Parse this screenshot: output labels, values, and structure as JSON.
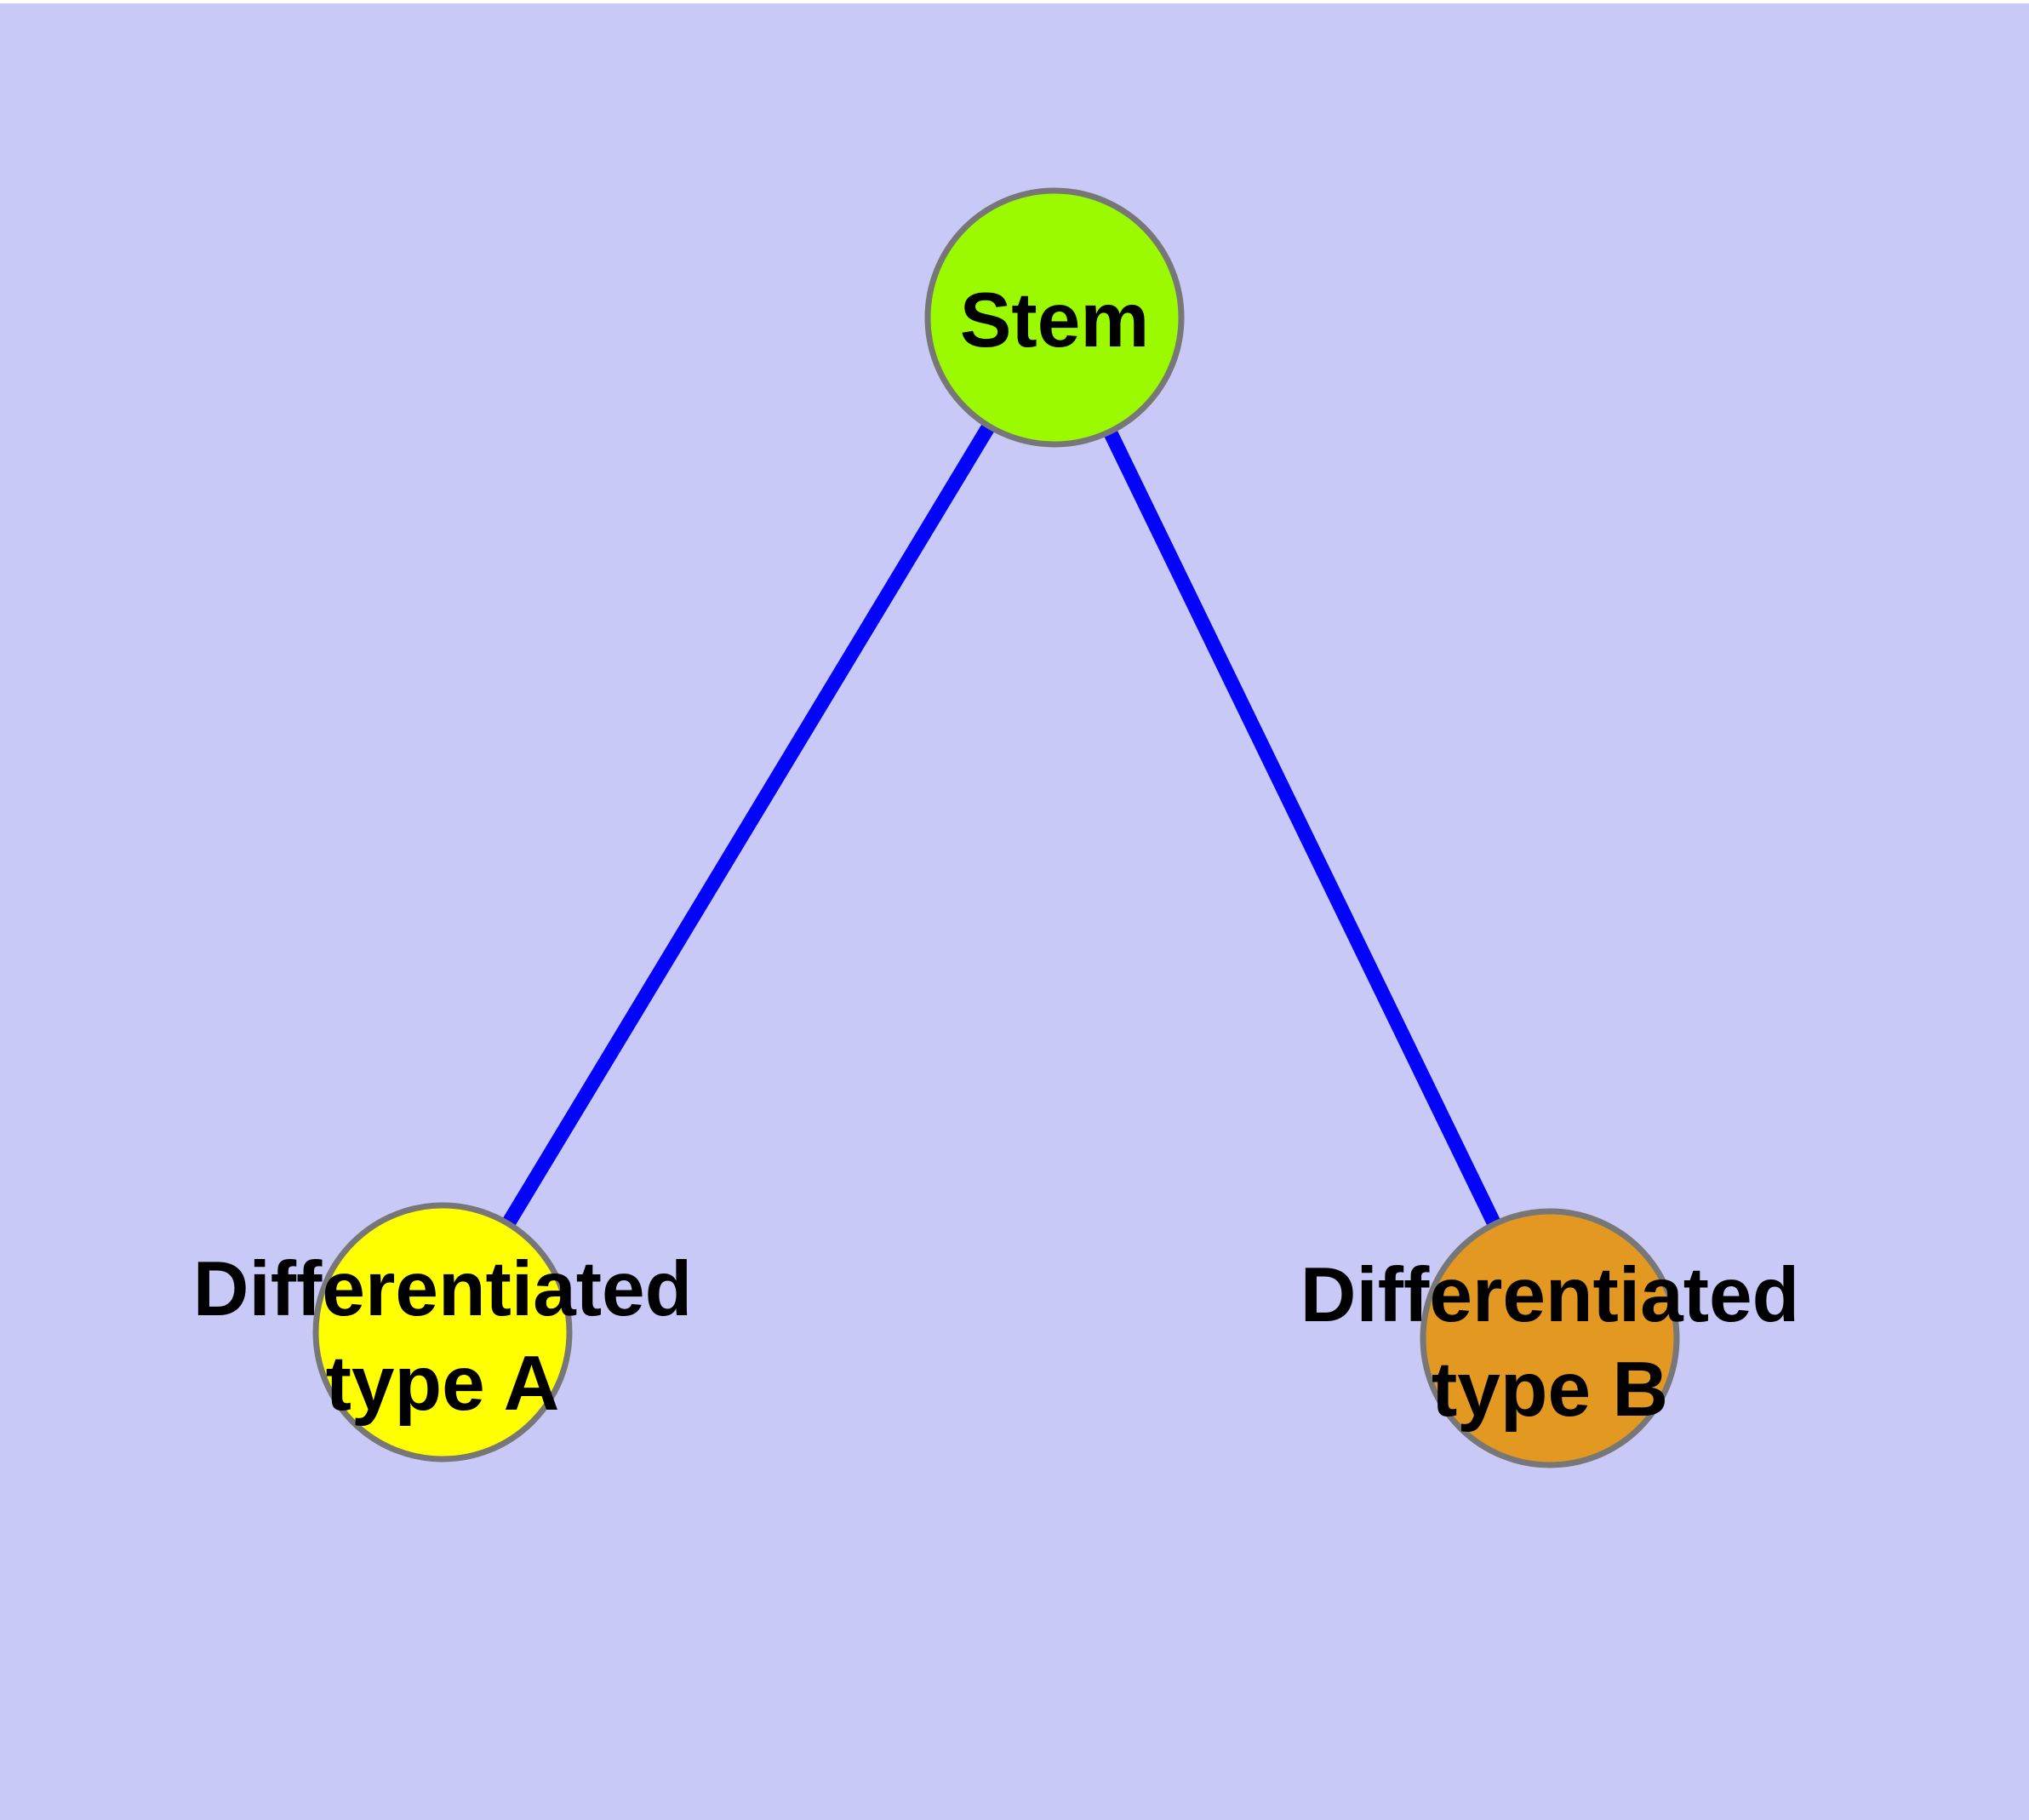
{
  "diagram": {
    "type": "node-link-graph",
    "title": "",
    "background_color": "#C9C9F8",
    "top_margin_color": "#FFFFFF",
    "edge_color": "#0404F8",
    "node_border_color": "#777777",
    "label_color": "#000000",
    "nodes": {
      "stem": {
        "label": "Stem",
        "color": "#9BFA00"
      },
      "type_a": {
        "label_line1": "Differentiated",
        "label_line2": "type A",
        "label_full": "Differentiated type A",
        "color": "#FFFF00"
      },
      "type_b": {
        "label_line1": "Differentiated",
        "label_line2": "type B",
        "label_full": "Differentiated type B",
        "color": "#E39921"
      }
    },
    "edges": [
      {
        "from": "Stem",
        "to": "Differentiated type A"
      },
      {
        "from": "Stem",
        "to": "Differentiated type B"
      }
    ]
  }
}
